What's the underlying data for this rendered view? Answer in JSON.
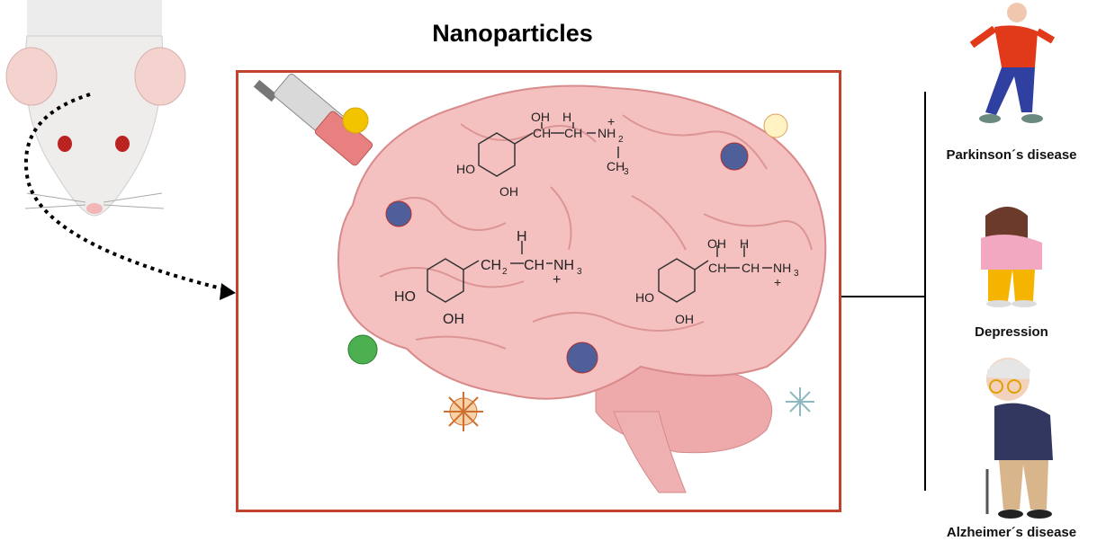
{
  "title": "Nanoparticles",
  "diseases": [
    {
      "label": "Parkinson´s disease"
    },
    {
      "label": "Depression"
    },
    {
      "label": "Alzheimer´s disease"
    }
  ],
  "molecules": [
    {
      "oh": "OH",
      "h": "H",
      "nh": "NH",
      "sub2": "2",
      "ch": "CH",
      "chNH": "CH",
      "ch3": "CH",
      "sub3": "3",
      "ho": "HO",
      "oh2": "OH",
      "plus": "+"
    },
    {
      "ch2": "CH",
      "sub2": "2",
      "ch": "CH",
      "h": "H",
      "nh": "NH",
      "sub3": "3",
      "ho": "HO",
      "oh": "OH",
      "plus": "+"
    },
    {
      "oh": "OH",
      "ch": "CH",
      "ch2": "CH",
      "h": "H",
      "nh": "NH",
      "sub3": "3",
      "ho": "HO",
      "oh2": "OH",
      "plus": "+"
    }
  ],
  "colors": {
    "frame": "#c1432b",
    "brain": "#f2b8b8",
    "brainLine": "#d98a8a",
    "arrow": "#000000"
  }
}
